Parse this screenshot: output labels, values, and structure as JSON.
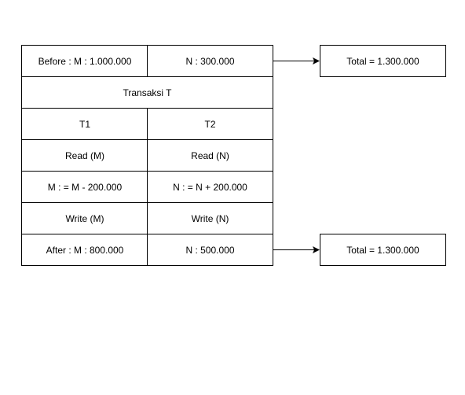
{
  "table": {
    "before_m": "Before : M : 1.000.000",
    "before_n": "N : 300.000",
    "header": "Transaksi T",
    "t1": "T1",
    "t2": "T2",
    "read_m": "Read (M)",
    "read_n": "Read (N)",
    "calc_m": "M : = M - 200.000",
    "calc_n": "N : = N + 200.000",
    "write_m": "Write (M)",
    "write_n": "Write (N)",
    "after_m": "After : M : 800.000",
    "after_n": "N : 500.000"
  },
  "totals": {
    "before": "Total = 1.300.000",
    "after": "Total = 1.300.000"
  }
}
